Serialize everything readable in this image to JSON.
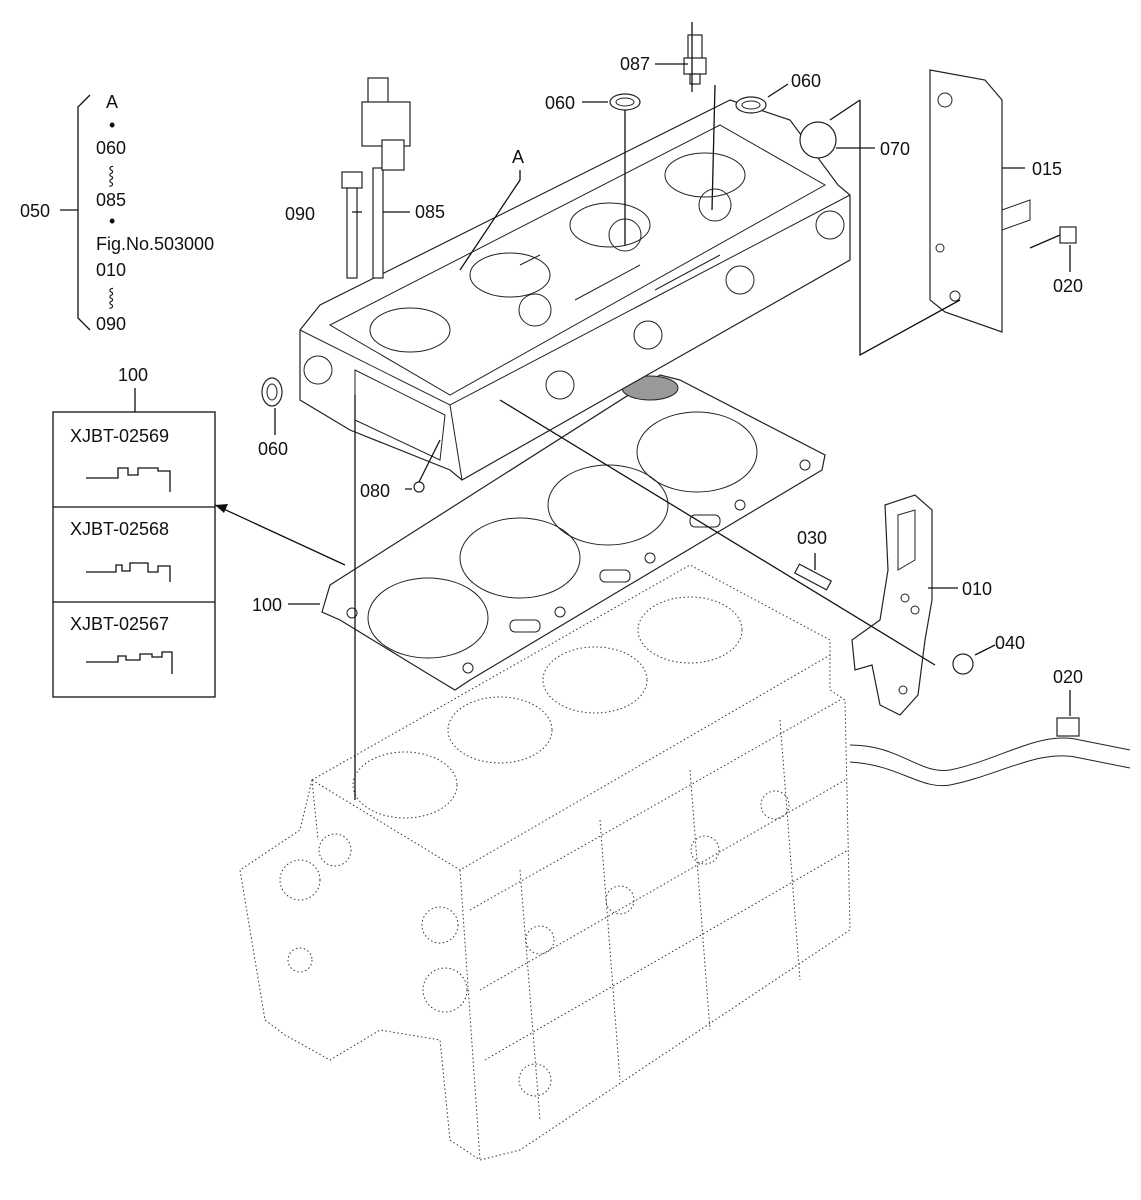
{
  "callouts": {
    "p050": "050",
    "p090": "090",
    "p085": "085",
    "p087": "087",
    "p060_top": "060",
    "p060_right": "060",
    "p060_left": "060",
    "p070": "070",
    "p015": "015",
    "p020_top": "020",
    "p020_bottom": "020",
    "p030": "030",
    "p010": "010",
    "p040": "040",
    "p080": "080",
    "p100_side": "100",
    "p100_box": "100",
    "a_marker": "A"
  },
  "assembly_bracket": {
    "lines": [
      "A",
      "•",
      "060",
      "⸾",
      "085",
      "•",
      "Fig.No.503000",
      "010",
      "⸾",
      "090"
    ]
  },
  "gasket_variants": [
    {
      "code": "XJBT-02569"
    },
    {
      "code": "XJBT-02568"
    },
    {
      "code": "XJBT-02567"
    }
  ]
}
